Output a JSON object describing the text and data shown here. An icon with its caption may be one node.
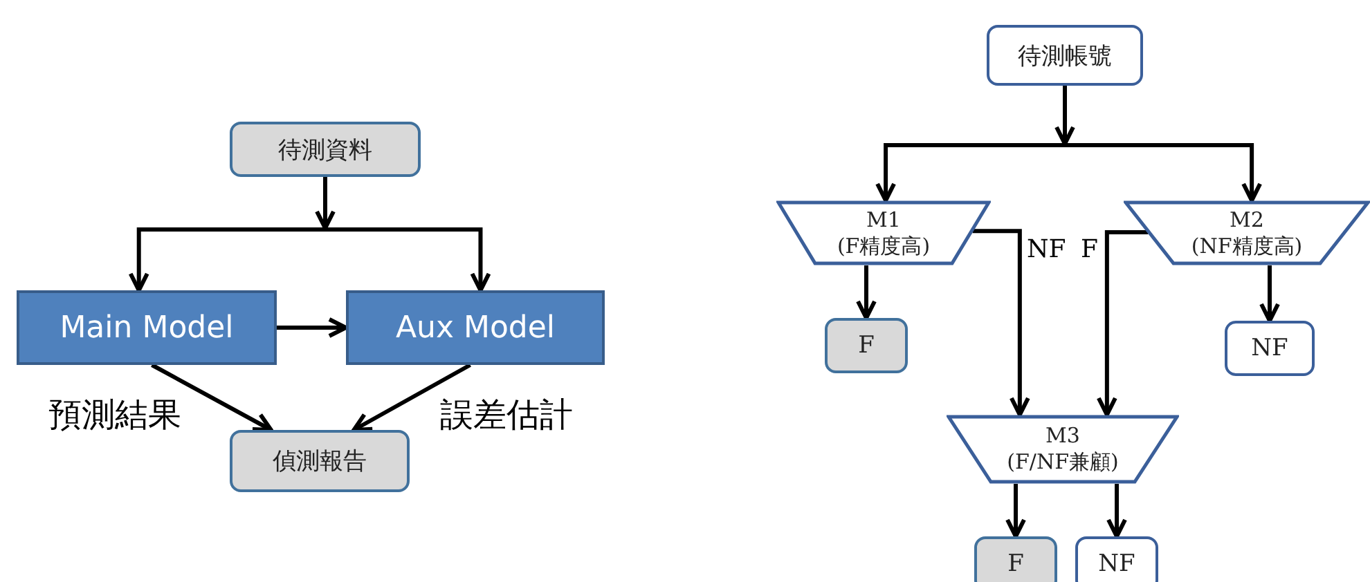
{
  "diagram": {
    "nodes": [
      {
        "text": [
          "待測資料"
        ]
      },
      {
        "text": [
          "Main Model"
        ]
      },
      {
        "text": [
          "Aux Model"
        ]
      },
      {
        "text": [
          "偵測報告"
        ]
      },
      {
        "text": [
          "待測帳號"
        ]
      },
      {
        "text": [
          "M1",
          "(F精度高)"
        ]
      },
      {
        "text": [
          "M2",
          "(NF精度高)"
        ]
      },
      {
        "text": [
          "F"
        ]
      },
      {
        "text": [
          "NF"
        ]
      },
      {
        "text": [
          "M3",
          "(F/NF兼顧)"
        ]
      },
      {
        "text": [
          "F"
        ]
      },
      {
        "text": [
          "NF"
        ]
      }
    ],
    "edges": [
      {
        "from": 0,
        "to": 1,
        "arrow": "to"
      },
      {
        "from": 0,
        "to": 2,
        "arrow": "to"
      },
      {
        "from": 1,
        "to": 2,
        "arrow": "to"
      },
      {
        "from": 1,
        "to": 3,
        "arrow": "to",
        "label": "預測結果"
      },
      {
        "from": 2,
        "to": 3,
        "arrow": "to",
        "label": "誤差估計"
      },
      {
        "from": 4,
        "to": 5,
        "arrow": "to"
      },
      {
        "from": 4,
        "to": 6,
        "arrow": "to"
      },
      {
        "from": 5,
        "to": 7,
        "arrow": "to"
      },
      {
        "from": 5,
        "to": 9,
        "arrow": "to",
        "label": "NF"
      },
      {
        "from": 6,
        "to": 9,
        "arrow": "to",
        "label": "F"
      },
      {
        "from": 6,
        "to": 8,
        "arrow": "to"
      },
      {
        "from": 9,
        "to": 10,
        "arrow": "to"
      },
      {
        "from": 9,
        "to": 11,
        "arrow": "to"
      }
    ]
  }
}
